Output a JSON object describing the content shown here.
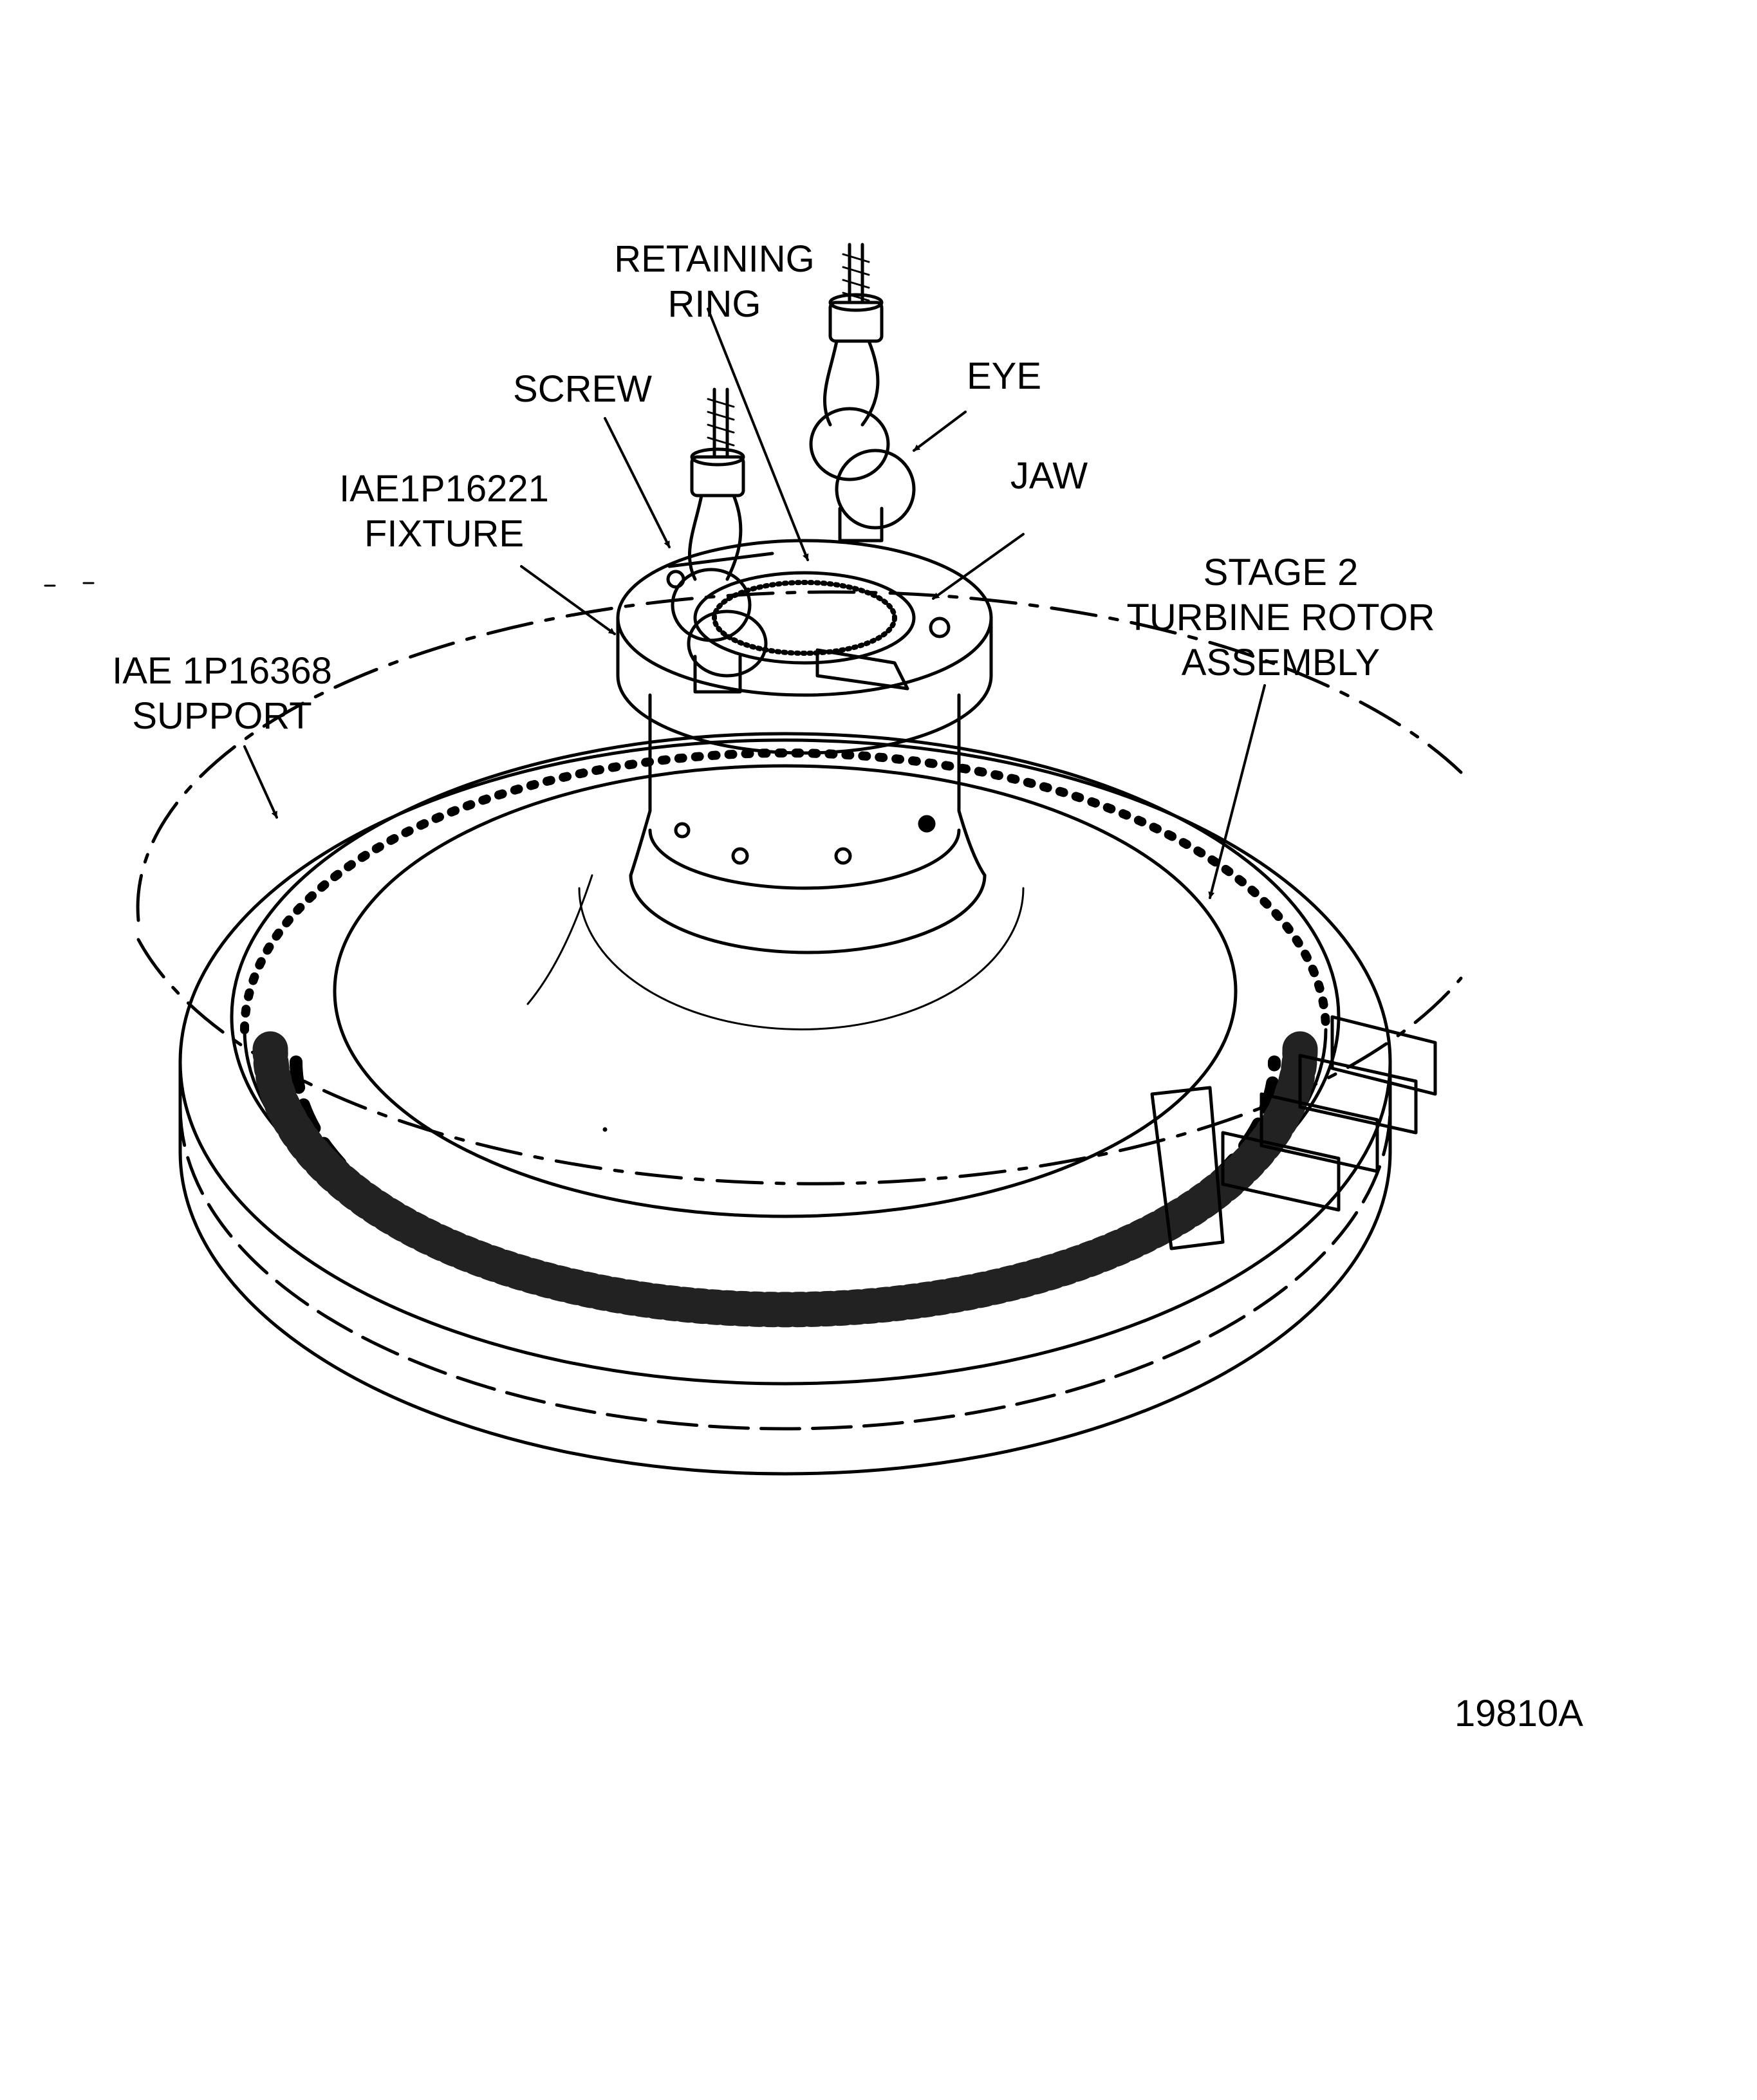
{
  "labels": {
    "retaining_ring": [
      "RETAINING",
      "RING"
    ],
    "screw": "SCREW",
    "eye": "EYE",
    "jaw": "JAW",
    "fixture": [
      "IAE1P16221",
      "FIXTURE"
    ],
    "rotor": [
      "STAGE 2",
      "TURBINE ROTOR",
      "ASSEMBLY"
    ],
    "support": [
      "IAE 1P16368",
      "SUPPORT"
    ]
  },
  "figure_number": "19810A"
}
